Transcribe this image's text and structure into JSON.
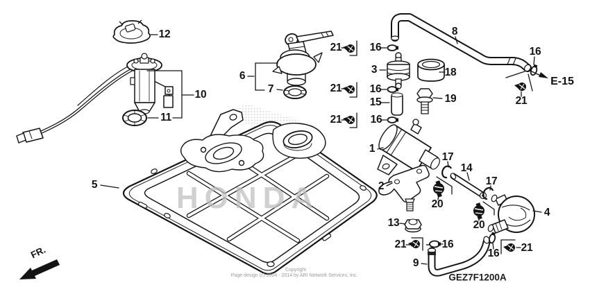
{
  "diagram": {
    "code": "GEZ7F1200A",
    "direction_label": "FR.",
    "watermark": "HONDA",
    "reference_label": "E-15",
    "copyright": {
      "line1": "Copyright",
      "line2": "Page design (c) 2004 - 2014 by ARI Network Services, Inc."
    },
    "colors": {
      "ink": "#141414",
      "watermark": "#bfbfbf",
      "copyright_text": "#9a9a9a"
    },
    "callouts": [
      {
        "num": "12"
      },
      {
        "num": "10"
      },
      {
        "num": "11"
      },
      {
        "num": "6"
      },
      {
        "num": "7"
      },
      {
        "num": "5"
      },
      {
        "num": "21"
      },
      {
        "num": "16"
      },
      {
        "num": "3"
      },
      {
        "num": "18"
      },
      {
        "num": "21"
      },
      {
        "num": "16"
      },
      {
        "num": "15"
      },
      {
        "num": "19"
      },
      {
        "num": "21"
      },
      {
        "num": "16"
      },
      {
        "num": "8"
      },
      {
        "num": "16"
      },
      {
        "num": "21"
      },
      {
        "num": "1"
      },
      {
        "num": "17"
      },
      {
        "num": "14"
      },
      {
        "num": "17"
      },
      {
        "num": "2"
      },
      {
        "num": "20"
      },
      {
        "num": "20"
      },
      {
        "num": "4"
      },
      {
        "num": "13"
      },
      {
        "num": "21"
      },
      {
        "num": "16"
      },
      {
        "num": "16"
      },
      {
        "num": "21"
      },
      {
        "num": "9"
      }
    ]
  }
}
